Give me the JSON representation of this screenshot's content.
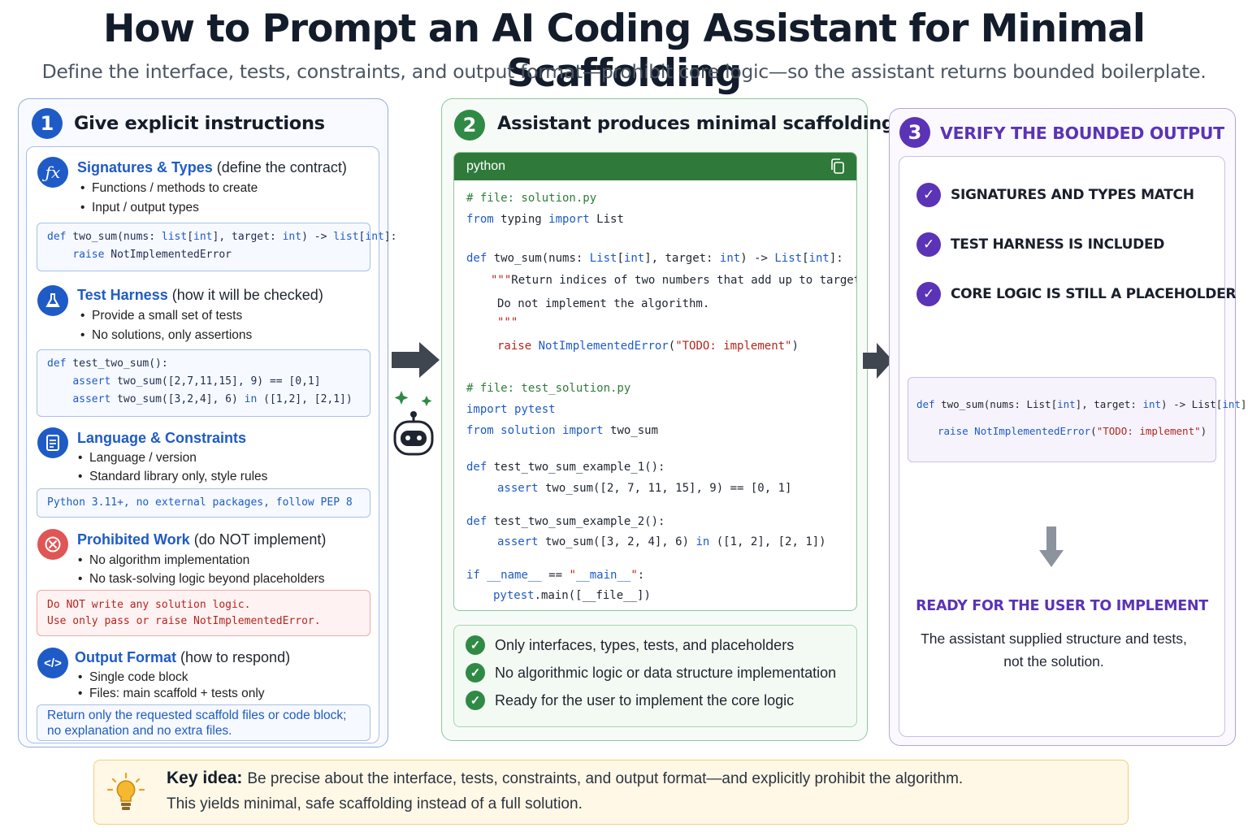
{
  "title": "How to Prompt an AI Coding Assistant for Minimal Scaffolding",
  "subtitle": "Define the interface, tests, constraints, and output format—prohibit core logic—so the assistant returns bounded boilerplate.",
  "panel1": {
    "number": "1",
    "title": "Give explicit instructions",
    "sections": [
      {
        "heading": "Signatures & Types",
        "note": "(define the contract)",
        "bullets": [
          "Functions / methods to create",
          "Input / output types"
        ]
      },
      {
        "heading": "Test Harness",
        "note": "(how it will be checked)",
        "bullets": [
          "Provide a small set of tests",
          "No solutions, only assertions"
        ]
      },
      {
        "heading": "Language & Constraints",
        "note": "",
        "bullets": [
          "Language / version",
          "Standard library only, style rules"
        ]
      },
      {
        "heading": "Prohibited Work",
        "note": "(do NOT implement)",
        "bullets": [
          "No algorithm implementation",
          "No task-solving logic beyond placeholders"
        ]
      },
      {
        "heading": "Output Format",
        "note": "(how to respond)",
        "bullets": [
          "Single code block",
          "Files: main scaffold + tests only"
        ]
      }
    ],
    "constraints_box": "Python 3.11+, no external packages, follow PEP 8",
    "prohibited_box": [
      "Do NOT write any solution logic.",
      "Use only pass or raise NotImplementedError."
    ],
    "output_box": [
      "Return only the requested scaffold files or code block;",
      "no explanation and no extra files."
    ]
  },
  "panel2": {
    "number": "2",
    "title": "Assistant produces minimal scaffolding",
    "code_lang": "python",
    "checks": [
      "Only interfaces, types, tests, and placeholders",
      "No algorithmic logic or data structure implementation",
      "Ready for the user to implement the core logic"
    ]
  },
  "panel3": {
    "number": "3",
    "title": "VERIFY THE BOUNDED OUTPUT",
    "checks": [
      "SIGNATURES AND TYPES MATCH",
      "TEST HARNESS IS INCLUDED",
      "CORE LOGIC IS STILL A PLACEHOLDER"
    ],
    "ready_title": "READY FOR THE USER TO IMPLEMENT",
    "ready_desc_1": "The assistant supplied structure and tests,",
    "ready_desc_2": "not the solution."
  },
  "key": {
    "label": "Key idea:",
    "line1": "Be precise about the interface, tests, constraints, and output format—and explicitly prohibit the algorithm.",
    "line2": "This yields minimal, safe scaffolding instead of a full solution."
  },
  "colors": {
    "blue": "#1e5bc6",
    "green": "#2f8a45",
    "purple": "#5b33b6",
    "red": "#e05555",
    "amber": "#f0cf7a"
  },
  "icons": [
    "function-icon",
    "flask-icon",
    "document-icon",
    "prohibited-icon",
    "code-icon",
    "copy-icon",
    "robot-icon",
    "sparkle-icon",
    "lightbulb-icon"
  ]
}
